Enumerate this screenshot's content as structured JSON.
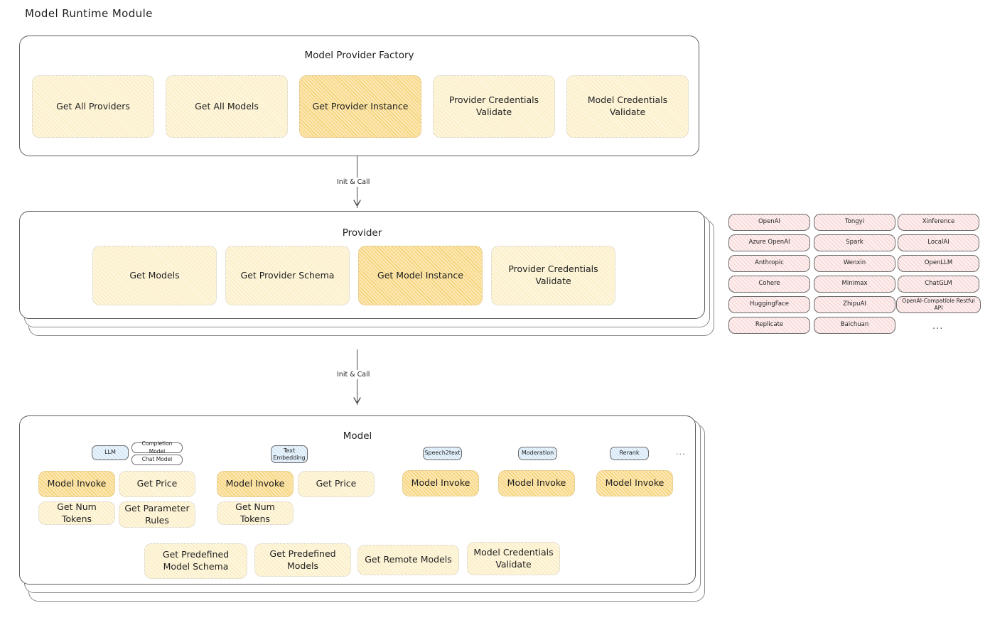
{
  "page": {
    "title": "Model Runtime Module"
  },
  "factory": {
    "title": "Model Provider Factory",
    "methods": [
      {
        "label": "Get All Providers",
        "highlight": false
      },
      {
        "label": "Get All Models",
        "highlight": false
      },
      {
        "label": "Get Provider Instance",
        "highlight": true
      },
      {
        "label": "Provider Credentials Validate",
        "highlight": false
      },
      {
        "label": "Model Credentials Validate",
        "highlight": false
      }
    ]
  },
  "connector1": {
    "label": "Init & Call"
  },
  "provider": {
    "title": "Provider",
    "methods": [
      {
        "label": "Get Models",
        "highlight": false
      },
      {
        "label": "Get Provider Schema",
        "highlight": false
      },
      {
        "label": "Get Model Instance",
        "highlight": true
      },
      {
        "label": "Provider Credentials Validate",
        "highlight": false
      }
    ]
  },
  "connector2": {
    "label": "Init & Call"
  },
  "provider_list": {
    "columns": [
      [
        "OpenAI",
        "Azure OpenAI",
        "Anthropic",
        "Cohere",
        "HuggingFace",
        "Replicate"
      ],
      [
        "Tongyi",
        "Spark",
        "Wenxin",
        "Minimax",
        "ZhipuAI",
        "Baichuan"
      ],
      [
        "Xinference",
        "LocalAI",
        "OpenLLM",
        "ChatGLM",
        "OpenAI-Compatible Restful API"
      ]
    ],
    "more": "..."
  },
  "model": {
    "title": "Model",
    "more": "...",
    "types": [
      {
        "tag": "LLM",
        "subtags": [
          "Completion Model",
          "Chat Model"
        ],
        "methods": [
          {
            "label": "Model Invoke",
            "highlight": true
          },
          {
            "label": "Get Price",
            "highlight": false
          },
          {
            "label": "Get Num Tokens",
            "highlight": false
          },
          {
            "label": "Get Parameter Rules",
            "highlight": false
          }
        ]
      },
      {
        "tag": "Text Embedding",
        "subtags": [],
        "methods": [
          {
            "label": "Model Invoke",
            "highlight": true
          },
          {
            "label": "Get Price",
            "highlight": false
          },
          {
            "label": "Get Num Tokens",
            "highlight": false
          }
        ]
      },
      {
        "tag": "Speech2text",
        "subtags": [],
        "methods": [
          {
            "label": "Model Invoke",
            "highlight": true
          }
        ]
      },
      {
        "tag": "Moderation",
        "subtags": [],
        "methods": [
          {
            "label": "Model Invoke",
            "highlight": true
          }
        ]
      },
      {
        "tag": "Rerank",
        "subtags": [],
        "methods": [
          {
            "label": "Model Invoke",
            "highlight": true
          }
        ]
      }
    ],
    "common_methods": [
      "Get Predefined Model Schema",
      "Get Predefined Models",
      "Get Remote Models",
      "Model Credentials Validate"
    ]
  },
  "colors": {
    "fill_yellow": "#fdf6df",
    "fill_yellow_strong": "#fbe8b4",
    "fill_pink": "#fdeeee",
    "fill_blue": "#e7f2fb",
    "stroke": "#5c5c5c",
    "text": "#1e1e1e"
  }
}
